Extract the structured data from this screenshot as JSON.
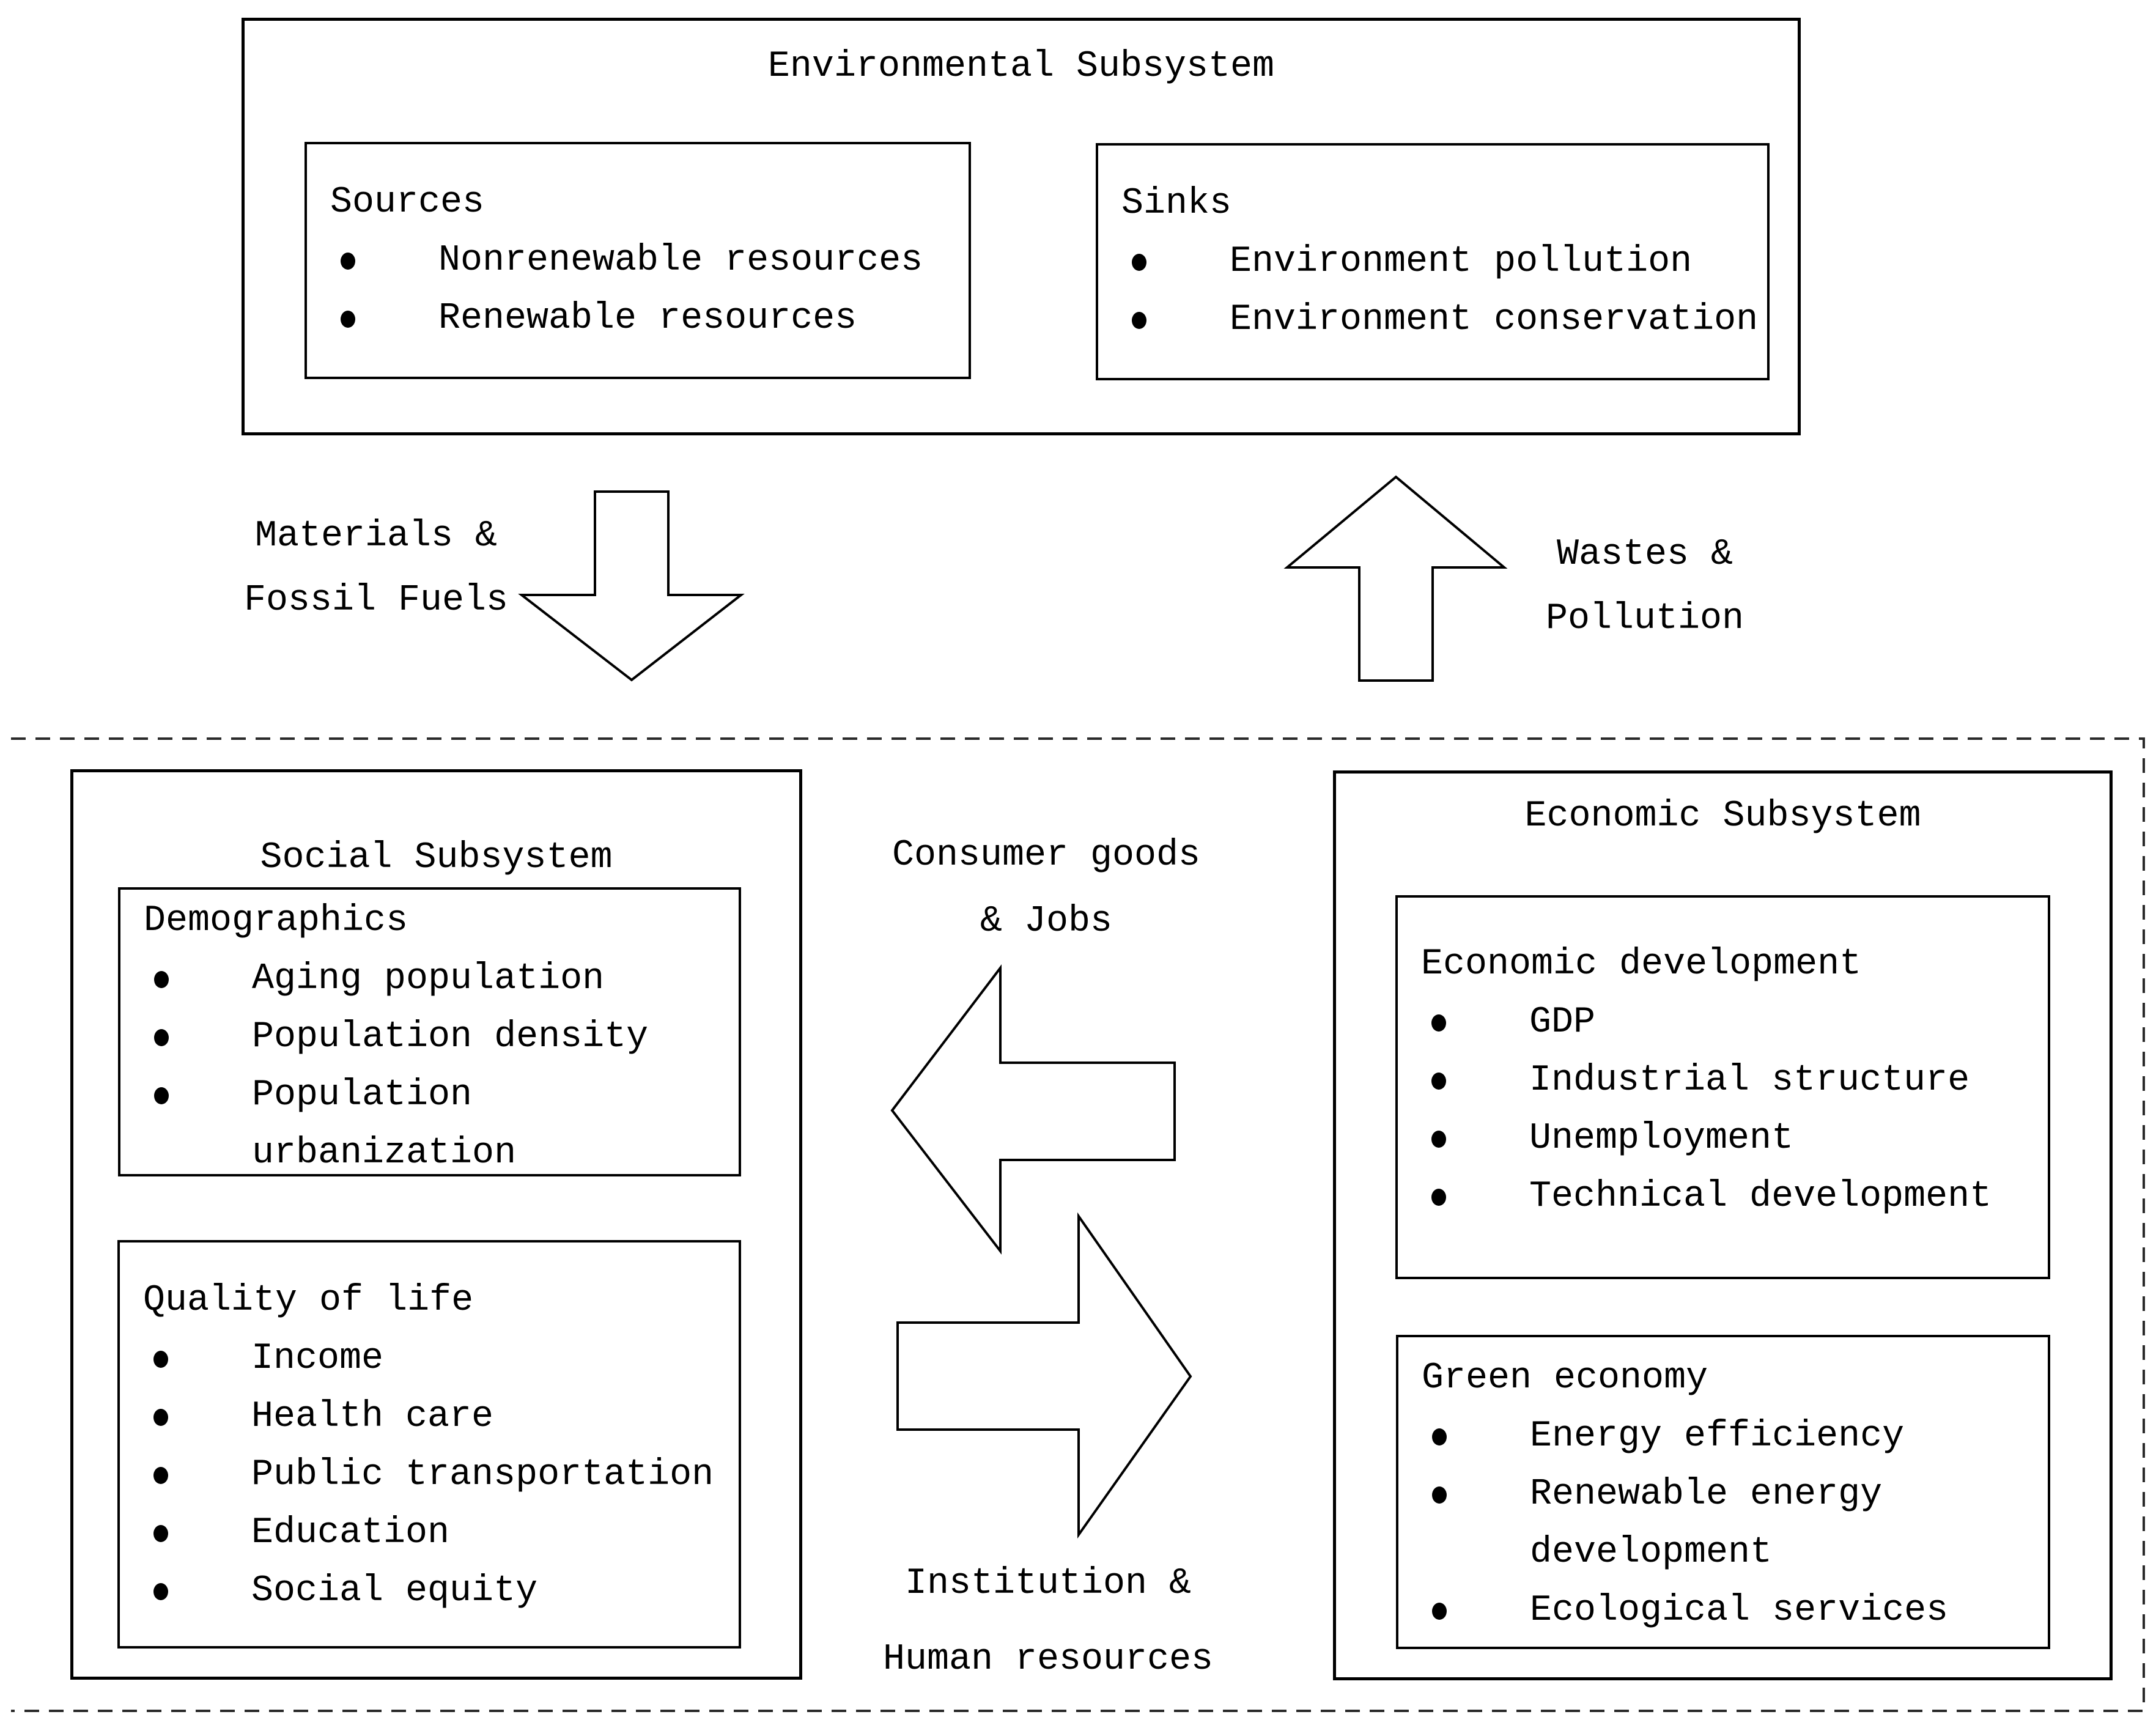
{
  "colors": {
    "ink": "#000000",
    "background": "#ffffff",
    "dashed_boundary": "#2a2a2a"
  },
  "environmental_subsystem": {
    "title": "Environmental Subsystem",
    "sources": {
      "heading": "Sources",
      "rows": [
        {
          "text": "Nonrenewable resources"
        },
        {
          "text": "Renewable resources"
        }
      ]
    },
    "sinks": {
      "heading": "Sinks",
      "rows": [
        {
          "text": "Environment pollution"
        },
        {
          "text": "Environment conservation"
        }
      ]
    }
  },
  "social_subsystem": {
    "title": "Social Subsystem",
    "demographics": {
      "heading": "Demographics",
      "rows": [
        {
          "text": "Aging population",
          "bullet": true
        },
        {
          "text": "Population density",
          "bullet": true
        },
        {
          "text": "Population",
          "bullet": true
        },
        {
          "text": "urbanization",
          "bullet": false
        }
      ]
    },
    "quality_of_life": {
      "heading": "Quality of life",
      "rows": [
        {
          "text": "Income",
          "bullet": true
        },
        {
          "text": "Health care",
          "bullet": true
        },
        {
          "text": "Public transportation",
          "bullet": true
        },
        {
          "text": "Education",
          "bullet": true
        },
        {
          "text": "Social equity",
          "bullet": true
        }
      ]
    }
  },
  "economic_subsystem": {
    "title": "Economic Subsystem",
    "economic_development": {
      "heading": "Economic development",
      "rows": [
        {
          "text": "GDP",
          "bullet": true
        },
        {
          "text": "Industrial structure",
          "bullet": true
        },
        {
          "text": "Unemployment",
          "bullet": true
        },
        {
          "text": "Technical development",
          "bullet": true
        }
      ]
    },
    "green_economy": {
      "heading": "Green economy",
      "rows": [
        {
          "text": "Energy efficiency",
          "bullet": true
        },
        {
          "text": "Renewable energy",
          "bullet": true
        },
        {
          "text": "development",
          "bullet": false
        },
        {
          "text": "Ecological services",
          "bullet": true
        }
      ]
    }
  },
  "flows": {
    "materials": {
      "line1": "Materials &",
      "line2": "Fossil Fuels",
      "arrow": "down-block-arrow"
    },
    "wastes": {
      "line1": "Wastes &",
      "line2": "Pollution",
      "arrow": "up-block-arrow"
    },
    "consumer_goods": {
      "line1": "Consumer goods",
      "line2": "& Jobs",
      "arrow": "left-block-arrow"
    },
    "institution": {
      "line1": "Institution &",
      "line2": "Human resources",
      "arrow": "right-block-arrow"
    }
  }
}
